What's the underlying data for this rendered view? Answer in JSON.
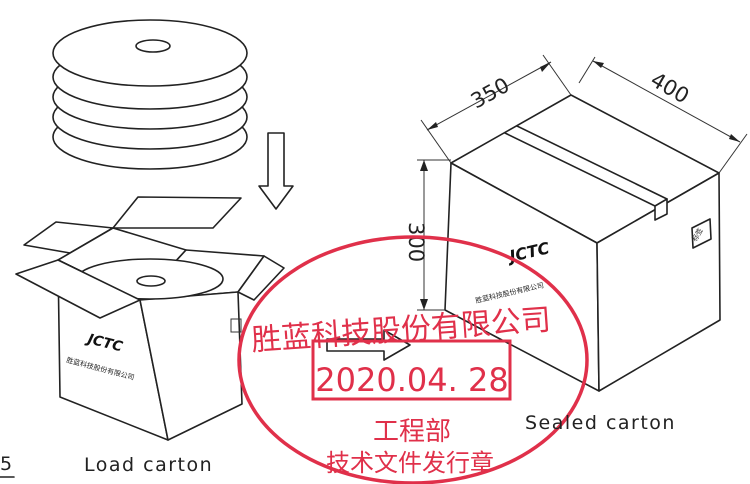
{
  "dimensions": {
    "depth": "350",
    "width": "400",
    "height": "300"
  },
  "captions": {
    "left": "Load carton",
    "right": "Sealed carton",
    "edge_fragment": "5"
  },
  "brand": {
    "logo": "JCTC",
    "company": "胜蓝科技股份有限公司"
  },
  "box_side_label": "标签",
  "stamp": {
    "company": "胜蓝科技股份有限公司",
    "date": "2020.04. 28",
    "department": "工程部",
    "purpose": "技术文件发行章",
    "color": "#e0304a"
  },
  "colors": {
    "line": "#222222",
    "background": "#ffffff"
  }
}
